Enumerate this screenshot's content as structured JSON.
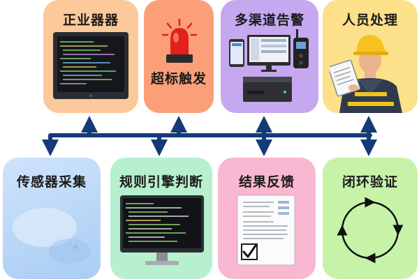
{
  "nodes": {
    "industrial_pc": {
      "label": "正业器器"
    },
    "threshold_trigger": {
      "label": "超标触发"
    },
    "multichannel_alarm": {
      "label": "多渠道告警"
    },
    "personnel_handling": {
      "label": "人员处理"
    },
    "sensor_collection": {
      "label": "传感器采集"
    },
    "rule_engine": {
      "label": "规则引擎判断"
    },
    "result_feedback": {
      "label": "结果反馈"
    },
    "closed_loop": {
      "label": "闭环验证"
    }
  },
  "colors": {
    "bus": "#143a78",
    "industrial_pc": "#fcc99a",
    "threshold_trigger": "#fb9f78",
    "multichannel_alarm": "#c5a8ef",
    "personnel_handling": "#fde08a",
    "sensor_collection": "#b8d7f7",
    "rule_engine": "#b6f0cf",
    "result_feedback": "#f9b7d1",
    "closed_loop": "#c7f3a9"
  }
}
